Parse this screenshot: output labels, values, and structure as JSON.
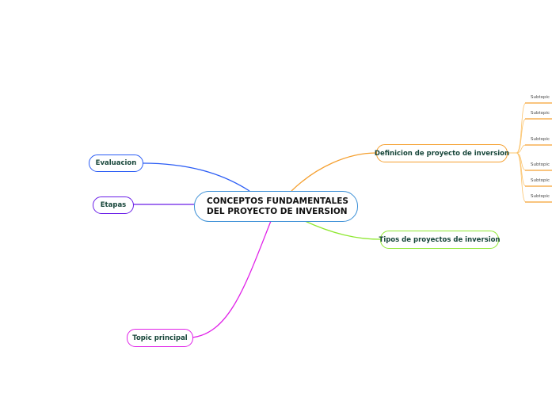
{
  "central": {
    "title": "CONCEPTOS FUNDAMENTALES DEL PROYECTO DE INVERSION",
    "color": "#3b8fd6"
  },
  "topics": [
    {
      "label": "Evaluacion",
      "color": "#2a5cf5"
    },
    {
      "label": "Etapas",
      "color": "#6a1ee8"
    },
    {
      "label": "Topic principal",
      "color": "#e020e8"
    },
    {
      "label": "Definicion de proyecto de inversion",
      "color": "#f5a030"
    },
    {
      "label": "Tipos de proyectos de inversion",
      "color": "#8ee830"
    }
  ],
  "subtopics": [
    "Subtopic",
    "Subtopic",
    "Subtopic",
    "Subtopic",
    "Subtopic",
    "Subtopic"
  ]
}
